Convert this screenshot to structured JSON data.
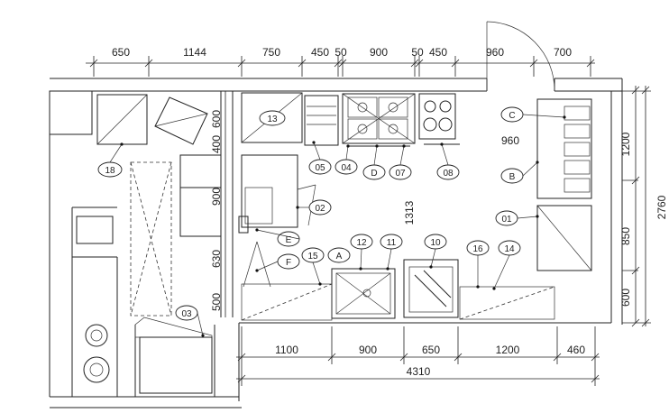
{
  "top_dimensions": [
    "650",
    "1144",
    "750",
    "450",
    "50",
    "900",
    "50",
    "450",
    "960",
    "700"
  ],
  "bottom_dimensions": [
    "1100",
    "900",
    "650",
    "1200",
    "460"
  ],
  "bottom_total": "4310",
  "right_dimensions": [
    "1200",
    "850",
    "600"
  ],
  "right_total": "2760",
  "left_dimensions": [
    "600",
    "400",
    "900",
    "630",
    "500"
  ],
  "inner_dimensions": {
    "width_960": "960",
    "depth_1313": "1313"
  },
  "equipment_tags": [
    "13",
    "05",
    "04",
    "D",
    "07",
    "08",
    "C",
    "B",
    "01",
    "02",
    "E",
    "F",
    "15",
    "A",
    "12",
    "11",
    "10",
    "16",
    "14",
    "03",
    "18"
  ]
}
